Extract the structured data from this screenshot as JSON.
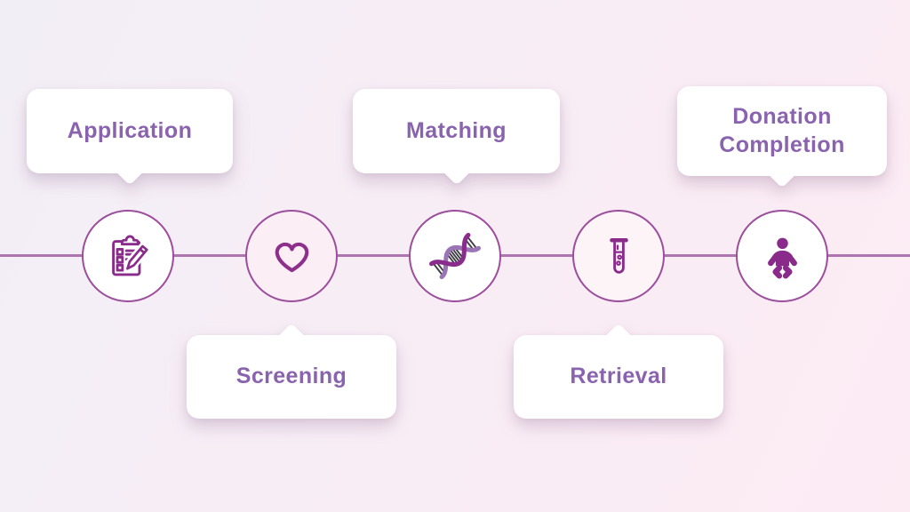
{
  "diagram": {
    "type": "process-timeline",
    "steps": [
      {
        "label": "Application",
        "icon": "clipboard-checklist-icon",
        "label_position": "above"
      },
      {
        "label": "Screening",
        "icon": "heart-icon",
        "label_position": "below"
      },
      {
        "label": "Matching",
        "icon": "dna-icon",
        "label_position": "above"
      },
      {
        "label": "Retrieval",
        "icon": "test-tube-icon",
        "label_position": "below"
      },
      {
        "label": "Donation Completion",
        "icon": "baby-icon",
        "label_position": "above"
      }
    ],
    "colors": {
      "background_gradient_start": "#f2eef6",
      "background_gradient_end": "#fdebf4",
      "timeline_line": "#ad74ad",
      "circle_border": "#9c4d9c",
      "circle_fill_default": "#ffffff",
      "circle_fill_screening": "#fbeef5",
      "circle_fill_retrieval": "#fdf4f8",
      "icon_primary": "#8a2b8c",
      "icon_secondary": "#9a74b5",
      "dna_rung": "#3d3d44",
      "label_text": "#8a63ae",
      "bubble_background": "#ffffff"
    }
  }
}
